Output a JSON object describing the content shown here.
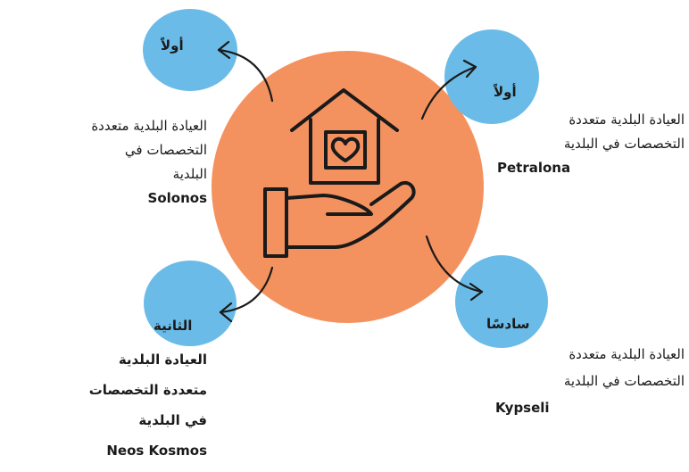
{
  "colors": {
    "center": "#f4925f",
    "node": "#6bbbe8",
    "stroke": "#1a1a1a"
  },
  "center_icon": "hand-holding-house-heart-icon",
  "nodes": {
    "top_left": {
      "label": "أولاً",
      "lines": [
        "العيادة البلدية متعددة",
        "التخصصات في",
        "البلدية"
      ],
      "name": "Solonos"
    },
    "top_right": {
      "label": "أولاً",
      "lines": [
        "العيادة البلدية متعددة",
        "التخصصات في البلدية"
      ],
      "name": "Petralona"
    },
    "bottom_left": {
      "label": "الثانية",
      "lines": [
        "العيادة البلدية",
        "متعددة التخصصات",
        "في البلدية"
      ],
      "name": "Neos Kosmos"
    },
    "bottom_right": {
      "label": "سادسًا",
      "lines": [
        "العيادة البلدية متعددة",
        "التخصصات في البلدية"
      ],
      "name": "Kypseli"
    }
  }
}
